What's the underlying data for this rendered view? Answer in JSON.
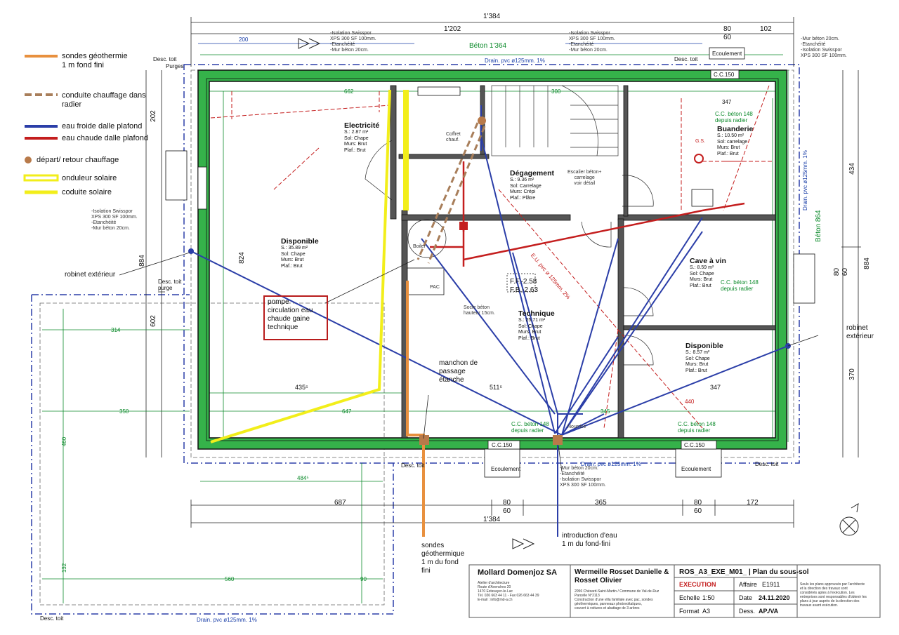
{
  "legend": [
    {
      "label": "sondes géothermie\n1 m fond fini",
      "color": "#e8903e",
      "style": "solid"
    },
    {
      "label": "conduite chauffage dans\nradier",
      "color": "#a87e5a",
      "style": "dashed"
    },
    {
      "label": "eau froide  dalle plafond",
      "color": "#2b3ea8",
      "style": "solid"
    },
    {
      "label": "eau chaude  dalle plafond",
      "color": "#c41e1e",
      "style": "solid"
    },
    {
      "label": "départ/ retour chauffage",
      "color": "#b87a4a",
      "style": "dot"
    },
    {
      "label": "onduleur solaire",
      "color": "#f2ee1a",
      "style": "double"
    },
    {
      "label": "coduite solaire",
      "color": "#f2ee1a",
      "style": "solid"
    }
  ],
  "rooms": {
    "electricite": {
      "title": "Electricité",
      "lines": [
        "S.: 2.87 m²",
        "Sol: Chape",
        "Murs: Brut",
        "Plaf.: Brut"
      ]
    },
    "degagement": {
      "title": "Dégagement",
      "lines": [
        "S.: 9.36 m²",
        "Sol: Carrelage",
        "Murs: Crépi",
        "Plaf.: Plâtre"
      ]
    },
    "buanderie": {
      "title": "Buanderie",
      "lines": [
        "S.: 10.50 m²",
        "Sol: carrelage",
        "Murs: Brut",
        "Plaf.: Brut"
      ]
    },
    "disponible1": {
      "title": "Disponible",
      "lines": [
        "S.: 35.89 m²",
        "Sol: Chape",
        "Murs: Brut",
        "Plaf.: Brut"
      ]
    },
    "technique": {
      "title": "Technique",
      "lines": [
        "S.: 25.71 m²",
        "Sol: Chape",
        "Murs: Brut",
        "Plaf.: Brut"
      ]
    },
    "cave": {
      "title": "Cave à vin",
      "lines": [
        "S.: 8.59 m²",
        "Sol: Chape",
        "Murs: Brut",
        "Plaf.: Brut"
      ]
    },
    "disponible2": {
      "title": "Disponible",
      "lines": [
        "S.: 8.57 m²",
        "Sol: Chape",
        "Murs: Brut",
        "Plaf.: Brut"
      ]
    }
  },
  "annotations": {
    "robinet_left": "robinet extérieur",
    "robinet_right": "robinet\nextérieur",
    "pompe": "pompe\ncirculation eau\nchaude gaine\ntechnique",
    "manchon": "manchon de\npassage\nétanche",
    "sondes": "sondes\ngéothermique\n1 m du fond\nfini",
    "introduction": "introduction d'eau\n1 m du fond-fini",
    "coffret": "Coffret\nchauf.",
    "escalier": "Escalier béton+\ncarrelage\nvoir détail",
    "socle": "Socle béton\nhauteur 15cm.",
    "ff": "F.F.-2.58",
    "fb": "F.B.-2.63",
    "gs": "G.S.",
    "boiler": "Boiler",
    "pac": "PAC",
    "nourrice": "Nourrice"
  },
  "labels": {
    "beton_top": "Béton 1'364",
    "beton_right": "Béton 864",
    "drain_top": "Drain. pvc ø125mm. 1%",
    "drain_bottom": "Drain. pvc ø125mm. 1%",
    "drain_bottom_left": "Drain. pvc ø125mm. 1%",
    "drain_right": "Drain. pvc ø125mm. 1%",
    "purges": "Purges",
    "desc_toit": "Desc. toit",
    "desc_toit_purge": "Desc. toit\npurge",
    "ecoulement": "Ecoulement",
    "cc150": "C.C.150",
    "cc_beton_148": "C.C. béton 148\ndepuis radier",
    "iso_top": "-Isolation Swisspor\nXPS 300 SF 100mm.\n-Etanchéité\n-Mur béton 20cm.",
    "iso_right": "-Mur béton 20cm.\n-Etanchéité\n-Isolation Swisspor\nXPS 300 SF 100mm.",
    "eu_label": "E.U. pvc ø 125mm. 2%"
  },
  "dims": {
    "top1": "1'384",
    "top2": "1'202",
    "top_200": "200",
    "top_80": "80",
    "top_60": "60",
    "top_102": "102",
    "right_434": "434",
    "right_884": "884",
    "right_370": "370",
    "right_80": "80",
    "right_60": "60",
    "left_884": "884",
    "left_824": "824",
    "left_602": "602",
    "left_202": "202",
    "bot_687": "687",
    "bot_80": "80",
    "bot_60": "60",
    "bot_365": "365",
    "bot_172": "172",
    "bot_1384": "1'384",
    "d662": "662",
    "d300": "300",
    "d347": "347",
    "d4355": "435⁵",
    "d5115": "511⁵",
    "d647": "647",
    "d350": "350",
    "d314": "314",
    "d440": "440",
    "d345": "345",
    "d4845": "484⁵",
    "d560": "560",
    "d90": "90",
    "d132": "132",
    "d460": "460"
  },
  "title_block": {
    "company": "Mollard Domenjoz SA",
    "company_sub": "Atelier d'architecture\nRoute d'Avenches 20\n1470 Estavayer-le-Lac\nTél. 026 663 44 11 - Fax 026 663 44 39\nE-mail : info@md-a.ch",
    "client": "Wermeille Rosset Danielle &\nRosset Olivier",
    "client_sub": "2056 Chésard-Saint-Martin / Commune de Val-de-Ruz\nParcelle N°2113\nConstruction d'une villa familiale avec pac, sondes\ngéothermiques, panneaux photovoltaïques,\ncouvert à voitures et abattage de 3 arbres",
    "drawing": "ROS_A3_EXE_M01_  |  Plan du sous-sol",
    "status": "EXECUTION",
    "affaire_label": "Affaire",
    "affaire": "E1911",
    "echelle_label": "Echelle",
    "echelle": "1:50",
    "date_label": "Date",
    "date": "24.11.2020",
    "format_label": "Format",
    "format": "A3",
    "dess_label": "Dess.",
    "dess": "AP./VA",
    "note": "Seuls les plans approuvés par l'architecte\net la direction des travaux sont\nconsidérés aptes à l'exécution. Les\nentreprises sont responsables d'obtenir les\nplans à jour auprès de la direction des\ntravaux avant exécution."
  },
  "colors": {
    "cold": "#2b3ea8",
    "hot": "#c41e1e",
    "geo": "#e8903e",
    "solar": "#f2ee1a",
    "wall": "#35b24a",
    "heat": "#a87e5a",
    "dim_green": "#0b8a2a",
    "dim_blue": "#1a3fa8"
  }
}
